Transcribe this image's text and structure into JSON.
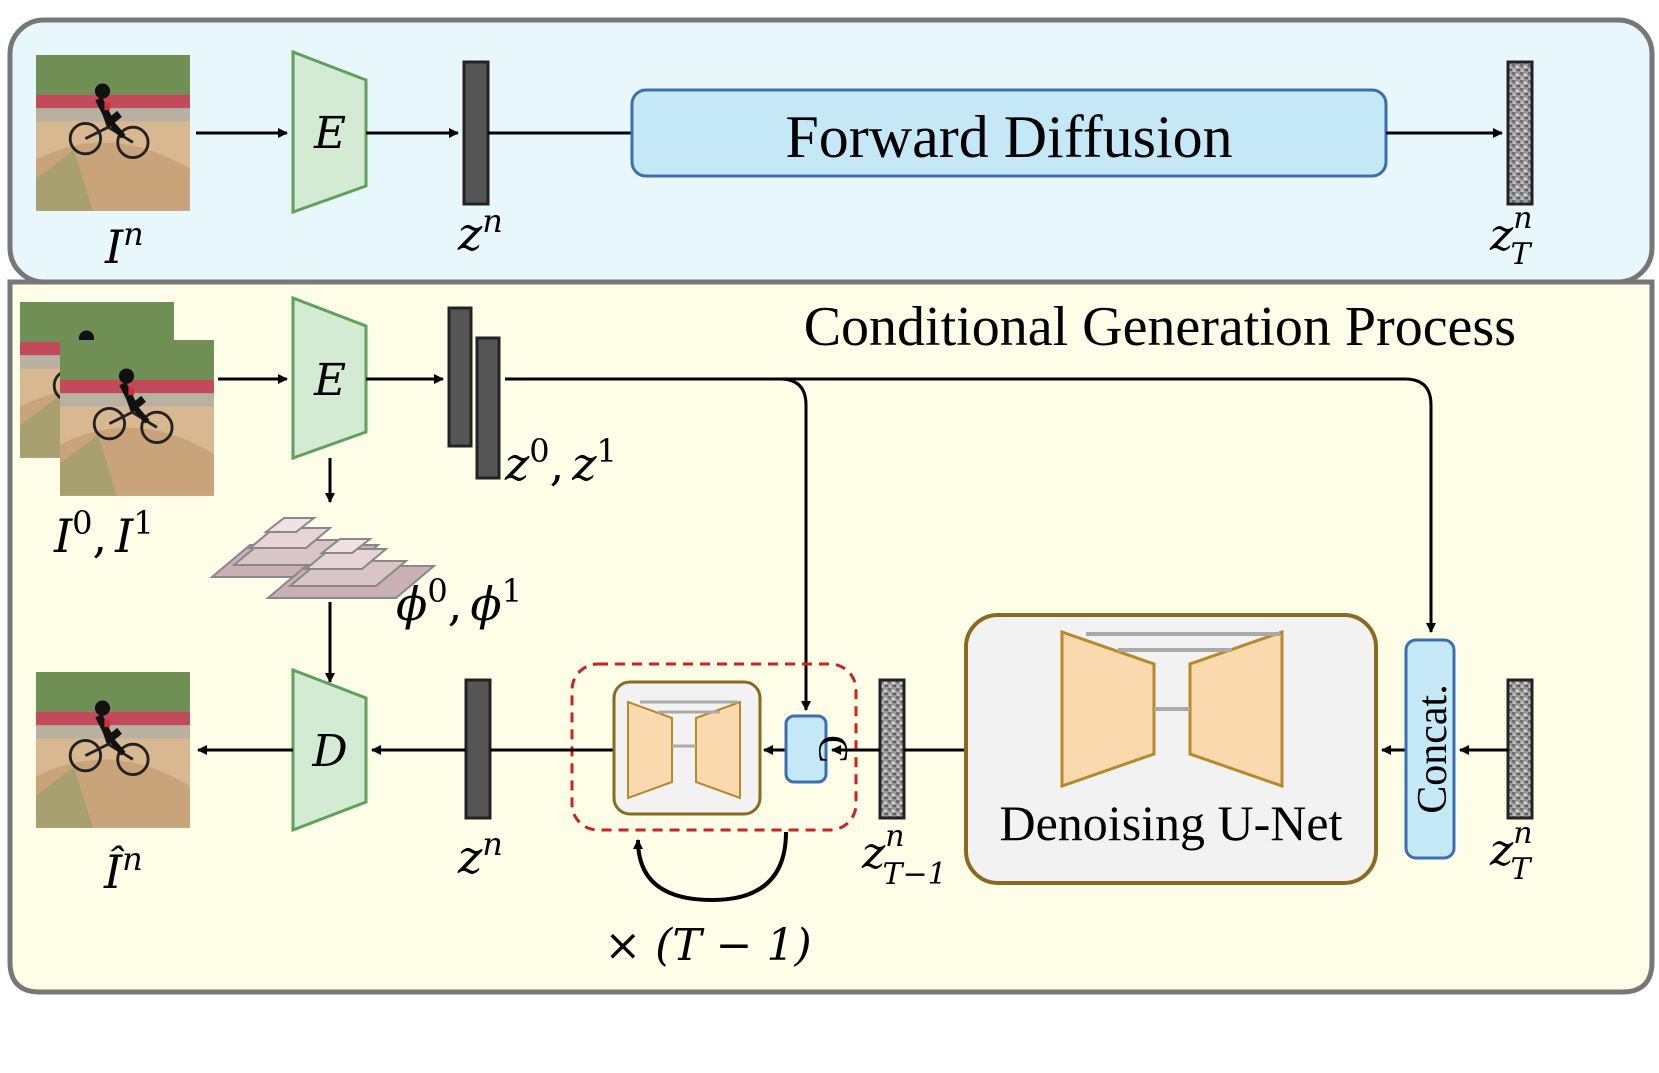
{
  "title": "Conditional Generation Process",
  "top": {
    "input_image": {
      "sym": "I",
      "sup": "n"
    },
    "encoder": "E",
    "latent": {
      "sym": "z",
      "sup": "n"
    },
    "forward": "Forward Diffusion",
    "noisy": {
      "sym": "z",
      "sup": "n",
      "sub": "T"
    }
  },
  "bottom": {
    "inputs_label": {
      "a": "I",
      "a_sup": "0",
      "sep": ",",
      "b": "I",
      "b_sup": "1"
    },
    "encoder": "E",
    "latents_label": {
      "a": "z",
      "a_sup": "0",
      "sep": ",",
      "b": "z",
      "b_sup": "1"
    },
    "features_label": {
      "a": "ϕ",
      "a_sup": "0",
      "sep": ",",
      "b": "ϕ",
      "b_sup": "1"
    },
    "decoder": "D",
    "output": {
      "sym": "Î",
      "sup": "n"
    },
    "latent": {
      "sym": "z",
      "sup": "n"
    },
    "cond": "C",
    "loop": "× (T − 1)",
    "noisy_t1": {
      "sym": "z",
      "sup": "n",
      "sub": "T−1"
    },
    "unet": "Denoising U-Net",
    "concat": "Concat.",
    "noisy_t": {
      "sym": "z",
      "sup": "n",
      "sub": "T"
    }
  },
  "colors": {
    "top_bg": "#e8f7fc",
    "bottom_bg": "#fdfde8",
    "encoder_fill": "#d2ebd2",
    "encoder_stroke": "#5fa05a",
    "diffusion_fill": "#c5e8f7",
    "diffusion_stroke": "#3a6fb0",
    "unet_fill": "#fbd9ae",
    "unet_stroke": "#b58a2a",
    "unet_box_stroke": "#8a6a1e",
    "loop_stroke": "#cc2222"
  }
}
